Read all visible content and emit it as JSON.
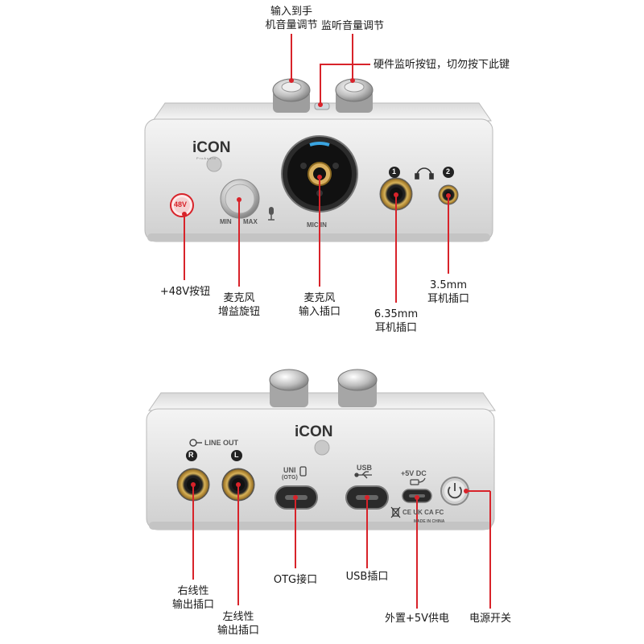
{
  "colors": {
    "callout_red": "#d8232a",
    "device_body": "#dcdcdc",
    "gold_jack": "#c9a24a"
  },
  "front_panel": {
    "brand": "iCON",
    "brand_sub": "P r o  A u d i o",
    "button_48v": "48V",
    "gain_min": "MIN",
    "gain_max": "MAX",
    "mic_in": "MIC IN",
    "headphone_num_1": "1",
    "headphone_num_2": "2",
    "icons": [
      "microphone-icon",
      "headphone-icon"
    ]
  },
  "front_labels": {
    "phone_volume": [
      "输入到手",
      "机音量调节"
    ],
    "monitor_volume": "监听音量调节",
    "monitor_button": "硬件监听按钮，切勿按下此键",
    "phantom_button": "+48V按钮",
    "mic_gain": [
      "麦克风",
      "增益旋钮"
    ],
    "mic_input": [
      "麦克风",
      "输入插口"
    ],
    "jack_635": [
      "6.35mm",
      "耳机插口"
    ],
    "jack_35": [
      "3.5mm",
      "耳机插口"
    ]
  },
  "back_panel": {
    "brand": "iCON",
    "line_out": "LINE OUT",
    "r": "R",
    "l": "L",
    "uni": "UNI",
    "otg": "(OTG)",
    "usb": "USB",
    "dc": "+5V DC",
    "cert_marks": "CE UK CA FC",
    "made_in": "MADE IN CHINA",
    "icons": [
      "phone-icon",
      "usb-icon",
      "power-icon",
      "recycle-bin-icon"
    ]
  },
  "back_labels": {
    "right_line_out": [
      "右线性",
      "输出插口"
    ],
    "left_line_out": [
      "左线性",
      "输出插口"
    ],
    "otg_port": "OTG接口",
    "usb_port": "USB插口",
    "dc_power": "外置+5V供电",
    "power_switch": "电源开关"
  }
}
